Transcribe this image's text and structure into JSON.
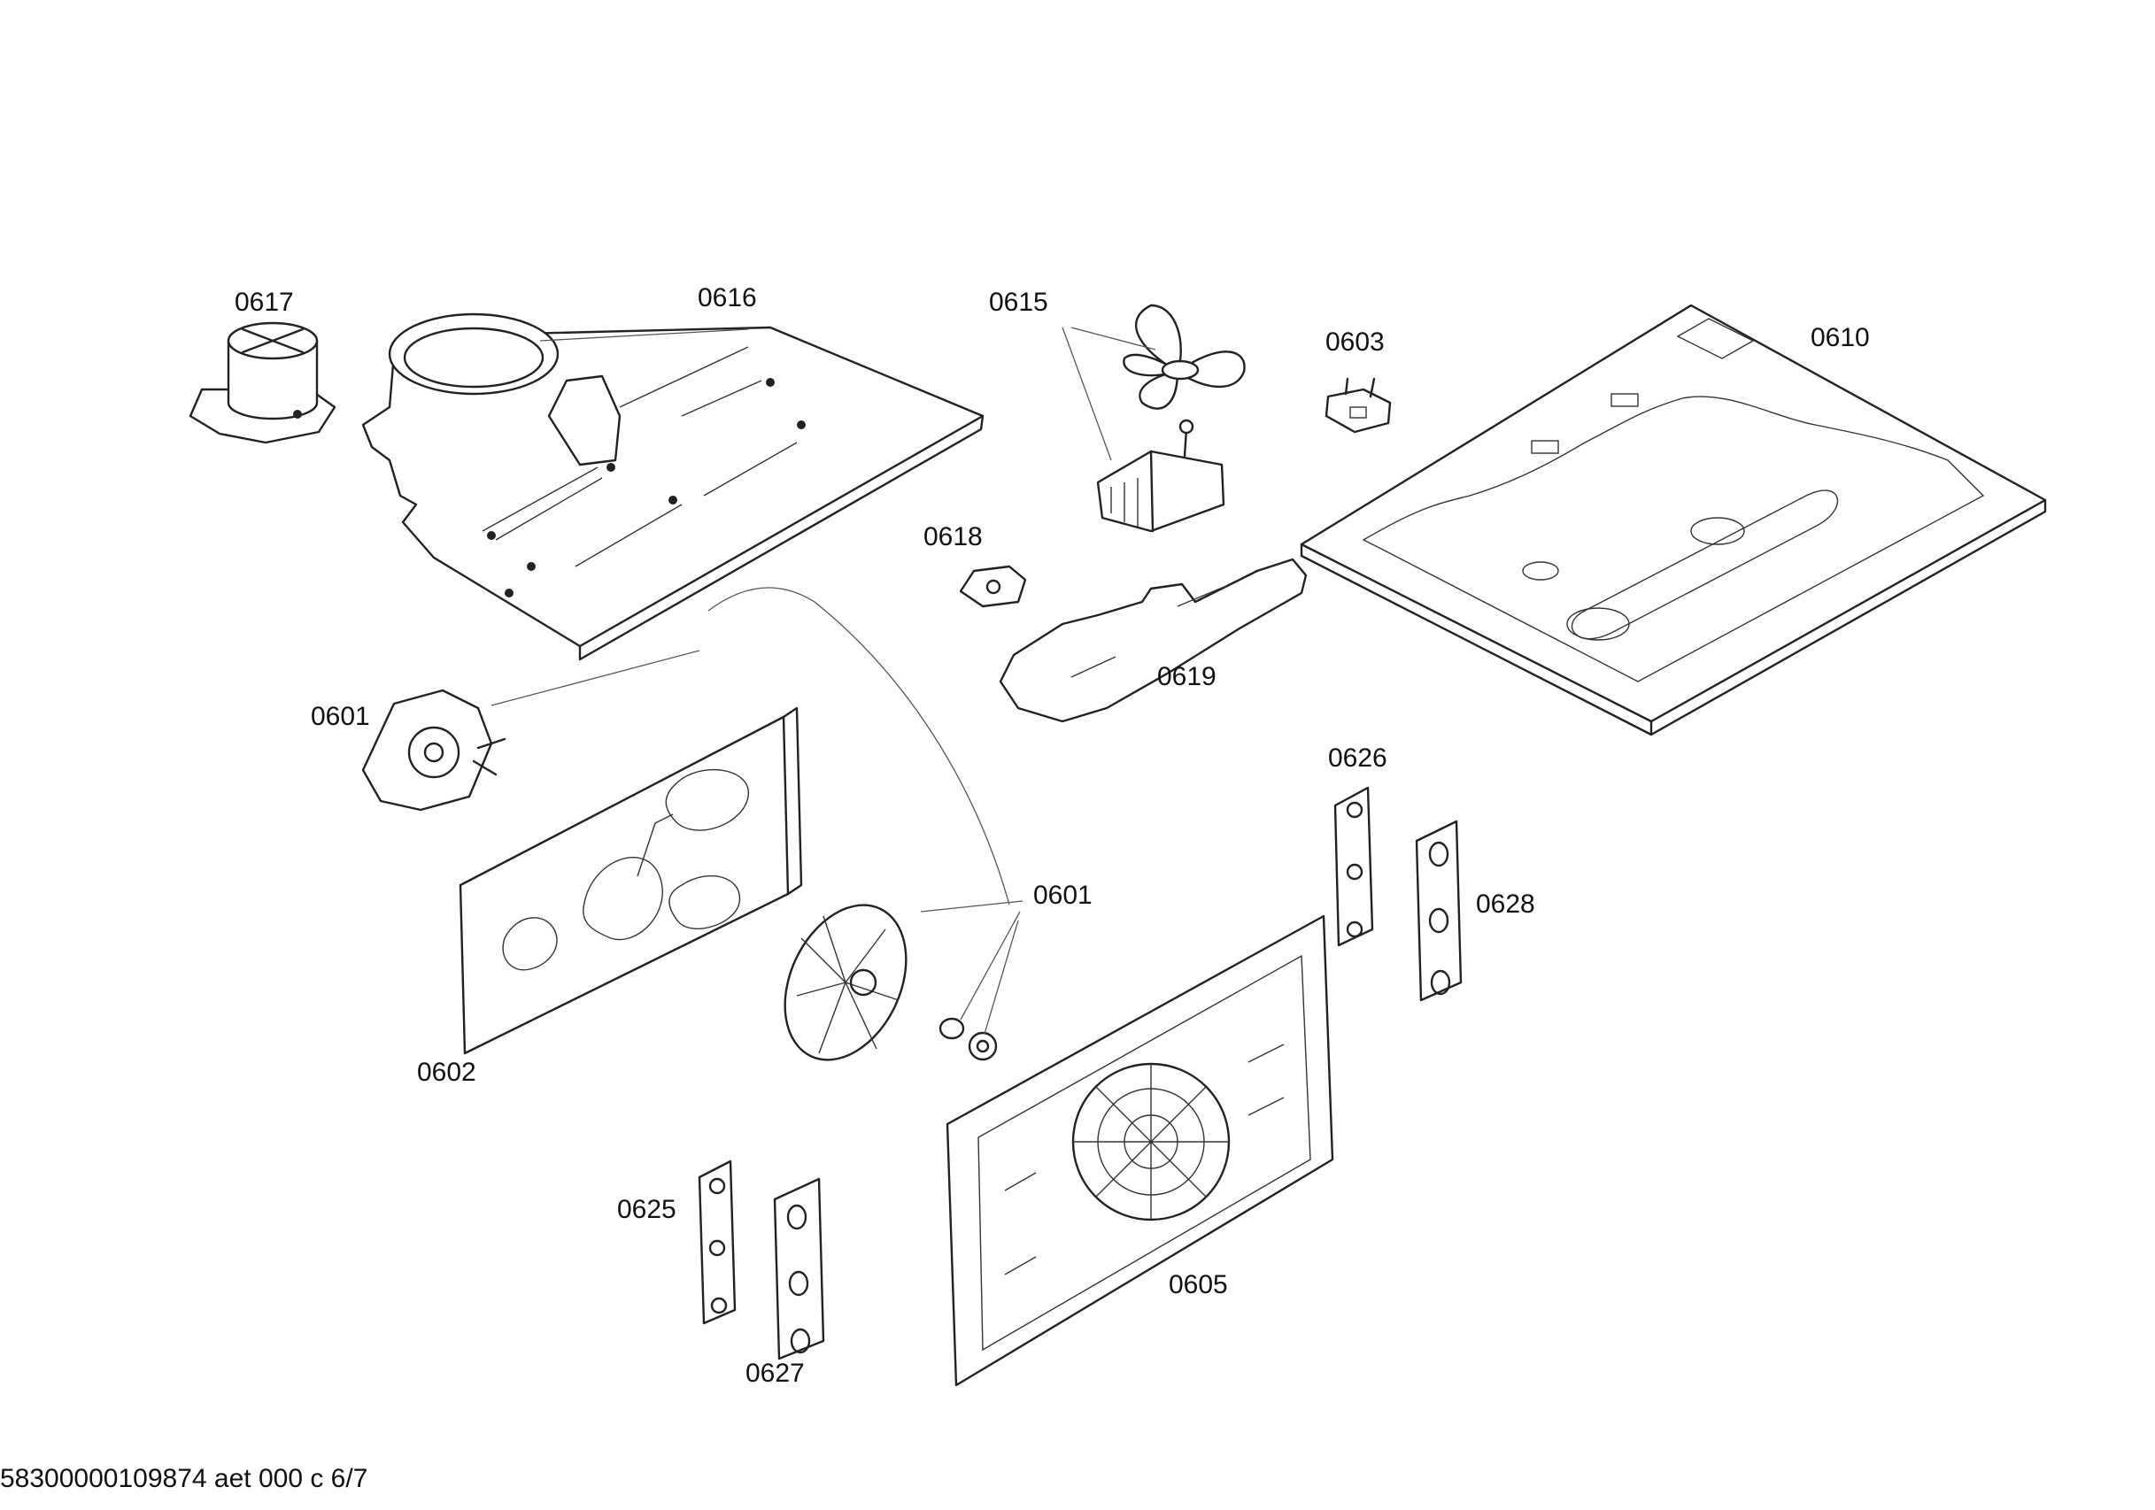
{
  "callouts": {
    "p0617": "0617",
    "p0616": "0616",
    "p0615": "0615",
    "p0603": "0603",
    "p0610": "0610",
    "p0618": "0618",
    "p0619": "0619",
    "p0601_motor": "0601",
    "p0601_fan": "0601",
    "p0626": "0626",
    "p0628": "0628",
    "p0602": "0602",
    "p0625": "0625",
    "p0605": "0605",
    "p0627": "0627"
  },
  "footer": "58300000109874 aet 000 c 6/7",
  "colors": {
    "line": "#222222",
    "background": "#ffffff"
  }
}
